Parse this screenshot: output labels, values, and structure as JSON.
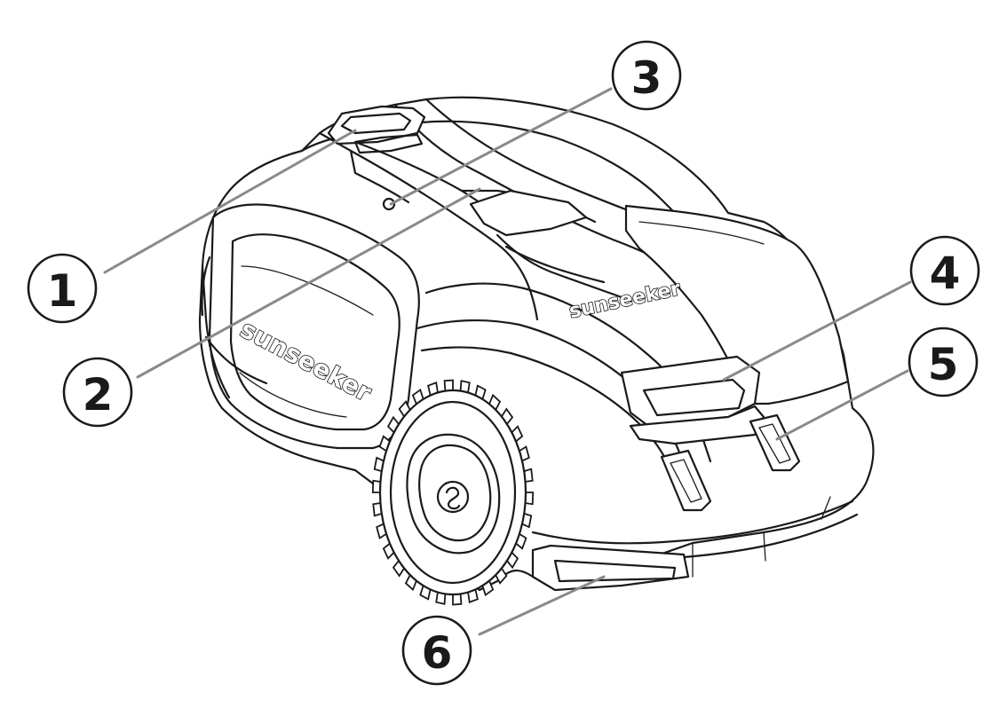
{
  "product": {
    "brand_top": "sunseeker",
    "brand_side": "sunseeker"
  },
  "callouts": [
    {
      "number": "1"
    },
    {
      "number": "2"
    },
    {
      "number": "3"
    },
    {
      "number": "4"
    },
    {
      "number": "5"
    },
    {
      "number": "6"
    }
  ],
  "colors": {
    "line": "#1a1a1a",
    "leader": "#8a8a8a",
    "background": "#ffffff"
  }
}
